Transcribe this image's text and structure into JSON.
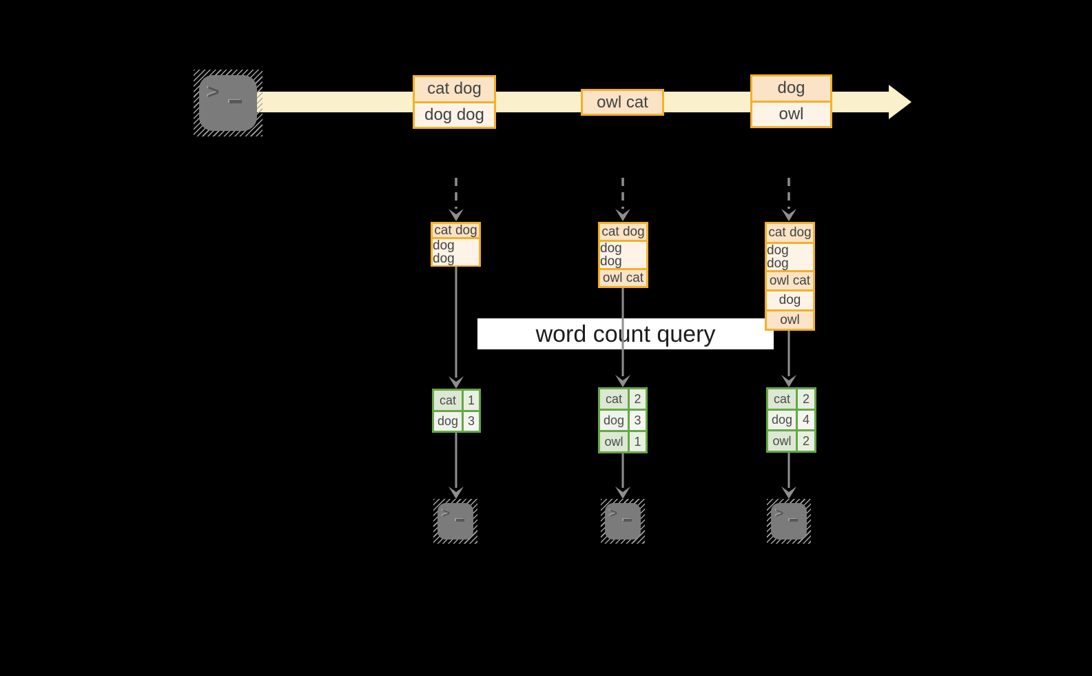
{
  "query_box": {
    "label": "word count query"
  },
  "stream": {
    "source_icon": "terminal-icon",
    "events": [
      {
        "cells": [
          "cat dog",
          "dog dog"
        ]
      },
      {
        "cells": [
          "owl cat"
        ]
      },
      {
        "cells": [
          "dog",
          "owl"
        ]
      }
    ]
  },
  "pipelines": [
    {
      "buffer": [
        "cat dog",
        "dog dog"
      ],
      "counts": [
        {
          "word": "cat",
          "count": "1"
        },
        {
          "word": "dog",
          "count": "3"
        }
      ],
      "sink_icon": "terminal-icon"
    },
    {
      "buffer": [
        "cat dog",
        "dog dog",
        "owl cat"
      ],
      "counts": [
        {
          "word": "cat",
          "count": "2"
        },
        {
          "word": "dog",
          "count": "3"
        },
        {
          "word": "owl",
          "count": "1"
        }
      ],
      "sink_icon": "terminal-icon"
    },
    {
      "buffer": [
        "cat dog",
        "dog dog",
        "owl cat",
        "dog",
        "owl"
      ],
      "counts": [
        {
          "word": "cat",
          "count": "2"
        },
        {
          "word": "dog",
          "count": "4"
        },
        {
          "word": "owl",
          "count": "2"
        }
      ],
      "sink_icon": "terminal-icon"
    }
  ],
  "colors": {
    "background": "#000000",
    "stream_band": "#faf0cb",
    "orange_border": "#f1b12a",
    "peach_cell_dark": "#fae3c6",
    "peach_cell_light": "#fdf3e7",
    "green_border": "#67a748",
    "green_cell_dark": "#dce8d3",
    "green_cell_light": "#eff4eb",
    "arrow_gray": "#8f8f8f",
    "terminal_gray": "#7b7b7b",
    "query_background": "#ffffff",
    "text_dark": "#424242"
  }
}
